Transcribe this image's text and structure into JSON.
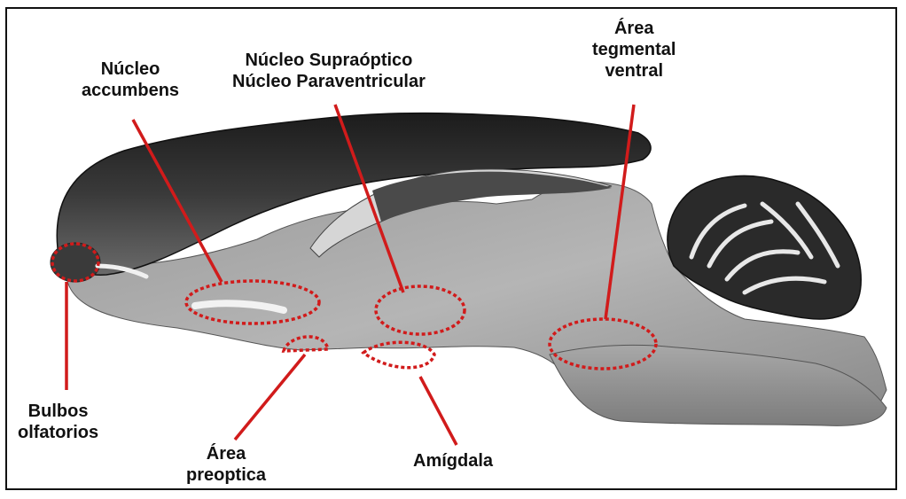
{
  "labels": {
    "nucleo_accumbens": [
      "Núcleo",
      "accumbens"
    ],
    "nucleo_supraoptico": "Núcleo Supraóptico",
    "nucleo_paraventricular": "Núcleo Paraventricular",
    "area_tegmental": [
      "Área",
      "tegmental",
      "ventral"
    ],
    "bulbos": [
      "Bulbos",
      "olfatorios"
    ],
    "area_preoptica": [
      "Área",
      "preoptica"
    ],
    "amigdala": "Amígdala"
  },
  "colors": {
    "marker": "#d11b1b",
    "tissue_dark": "#2b2b2b",
    "tissue_mid": "#7a7a7a",
    "tissue_light": "#c8c8c8"
  }
}
